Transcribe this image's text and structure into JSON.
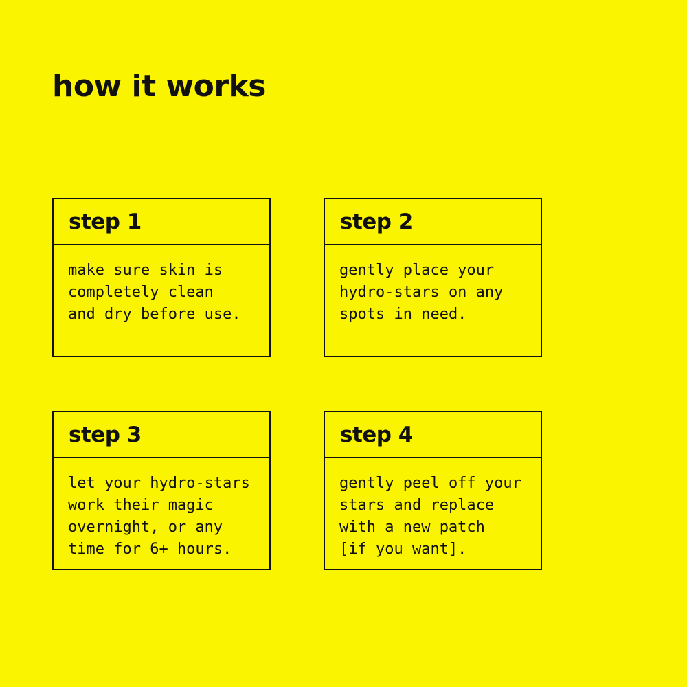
{
  "theme": {
    "background_color": "#FAF400",
    "text_color": "#111111",
    "border_color": "#111111"
  },
  "page": {
    "title": "how it works"
  },
  "steps": [
    {
      "label": "step 1",
      "description": "make sure skin is\ncompletely clean\nand dry before use."
    },
    {
      "label": "step 2",
      "description": "gently place your\nhydro-stars on any\nspots in need."
    },
    {
      "label": "step 3",
      "description": "let your hydro-stars\nwork their magic\novernight, or any\ntime for 6+ hours."
    },
    {
      "label": "step 4",
      "description": "gently peel off your\nstars and replace\nwith a new patch\n[if you want]."
    }
  ]
}
